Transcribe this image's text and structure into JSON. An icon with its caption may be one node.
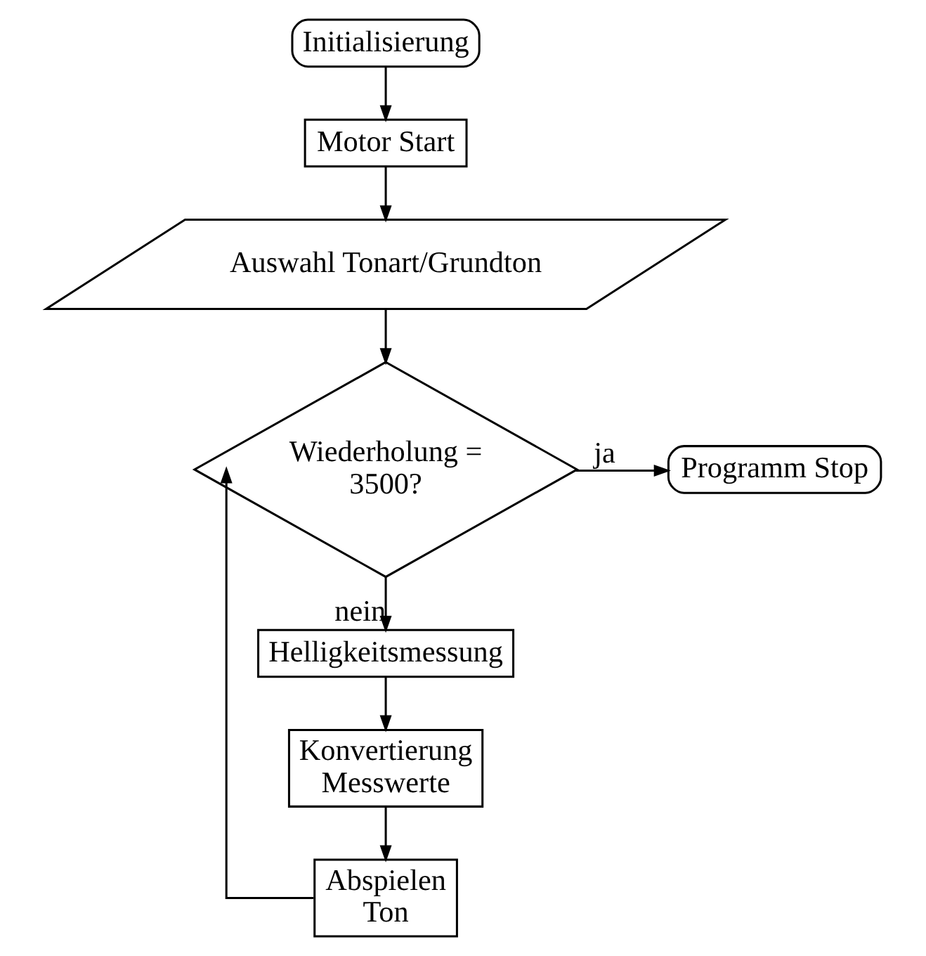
{
  "diagram": {
    "nodes": [
      {
        "text": [
          "Initialisierung"
        ]
      },
      {
        "text": [
          "Motor Start"
        ]
      },
      {
        "text": [
          "Auswahl Tonart/Grundton"
        ]
      },
      {
        "text": [
          "Wiederholung = 3500?"
        ]
      },
      {
        "text": [
          "Programm Stop"
        ]
      },
      {
        "text": [
          "Helligkeitsmessung"
        ]
      },
      {
        "text": [
          "Konvertierung Messwerte"
        ]
      },
      {
        "text": [
          "Abspielen Ton"
        ]
      }
    ],
    "edges": [
      {
        "from": 0,
        "to": 1,
        "arrow": "to"
      },
      {
        "from": 1,
        "to": 2,
        "arrow": "to"
      },
      {
        "from": 2,
        "to": 3,
        "arrow": "to"
      },
      {
        "from": 3,
        "to": 4,
        "arrow": "to",
        "label": "ja"
      },
      {
        "from": 3,
        "to": 5,
        "arrow": "to",
        "label": "nein"
      },
      {
        "from": 5,
        "to": 6,
        "arrow": "to"
      },
      {
        "from": 6,
        "to": 7,
        "arrow": "to"
      },
      {
        "from": 7,
        "to": 3,
        "arrow": "to"
      }
    ]
  }
}
